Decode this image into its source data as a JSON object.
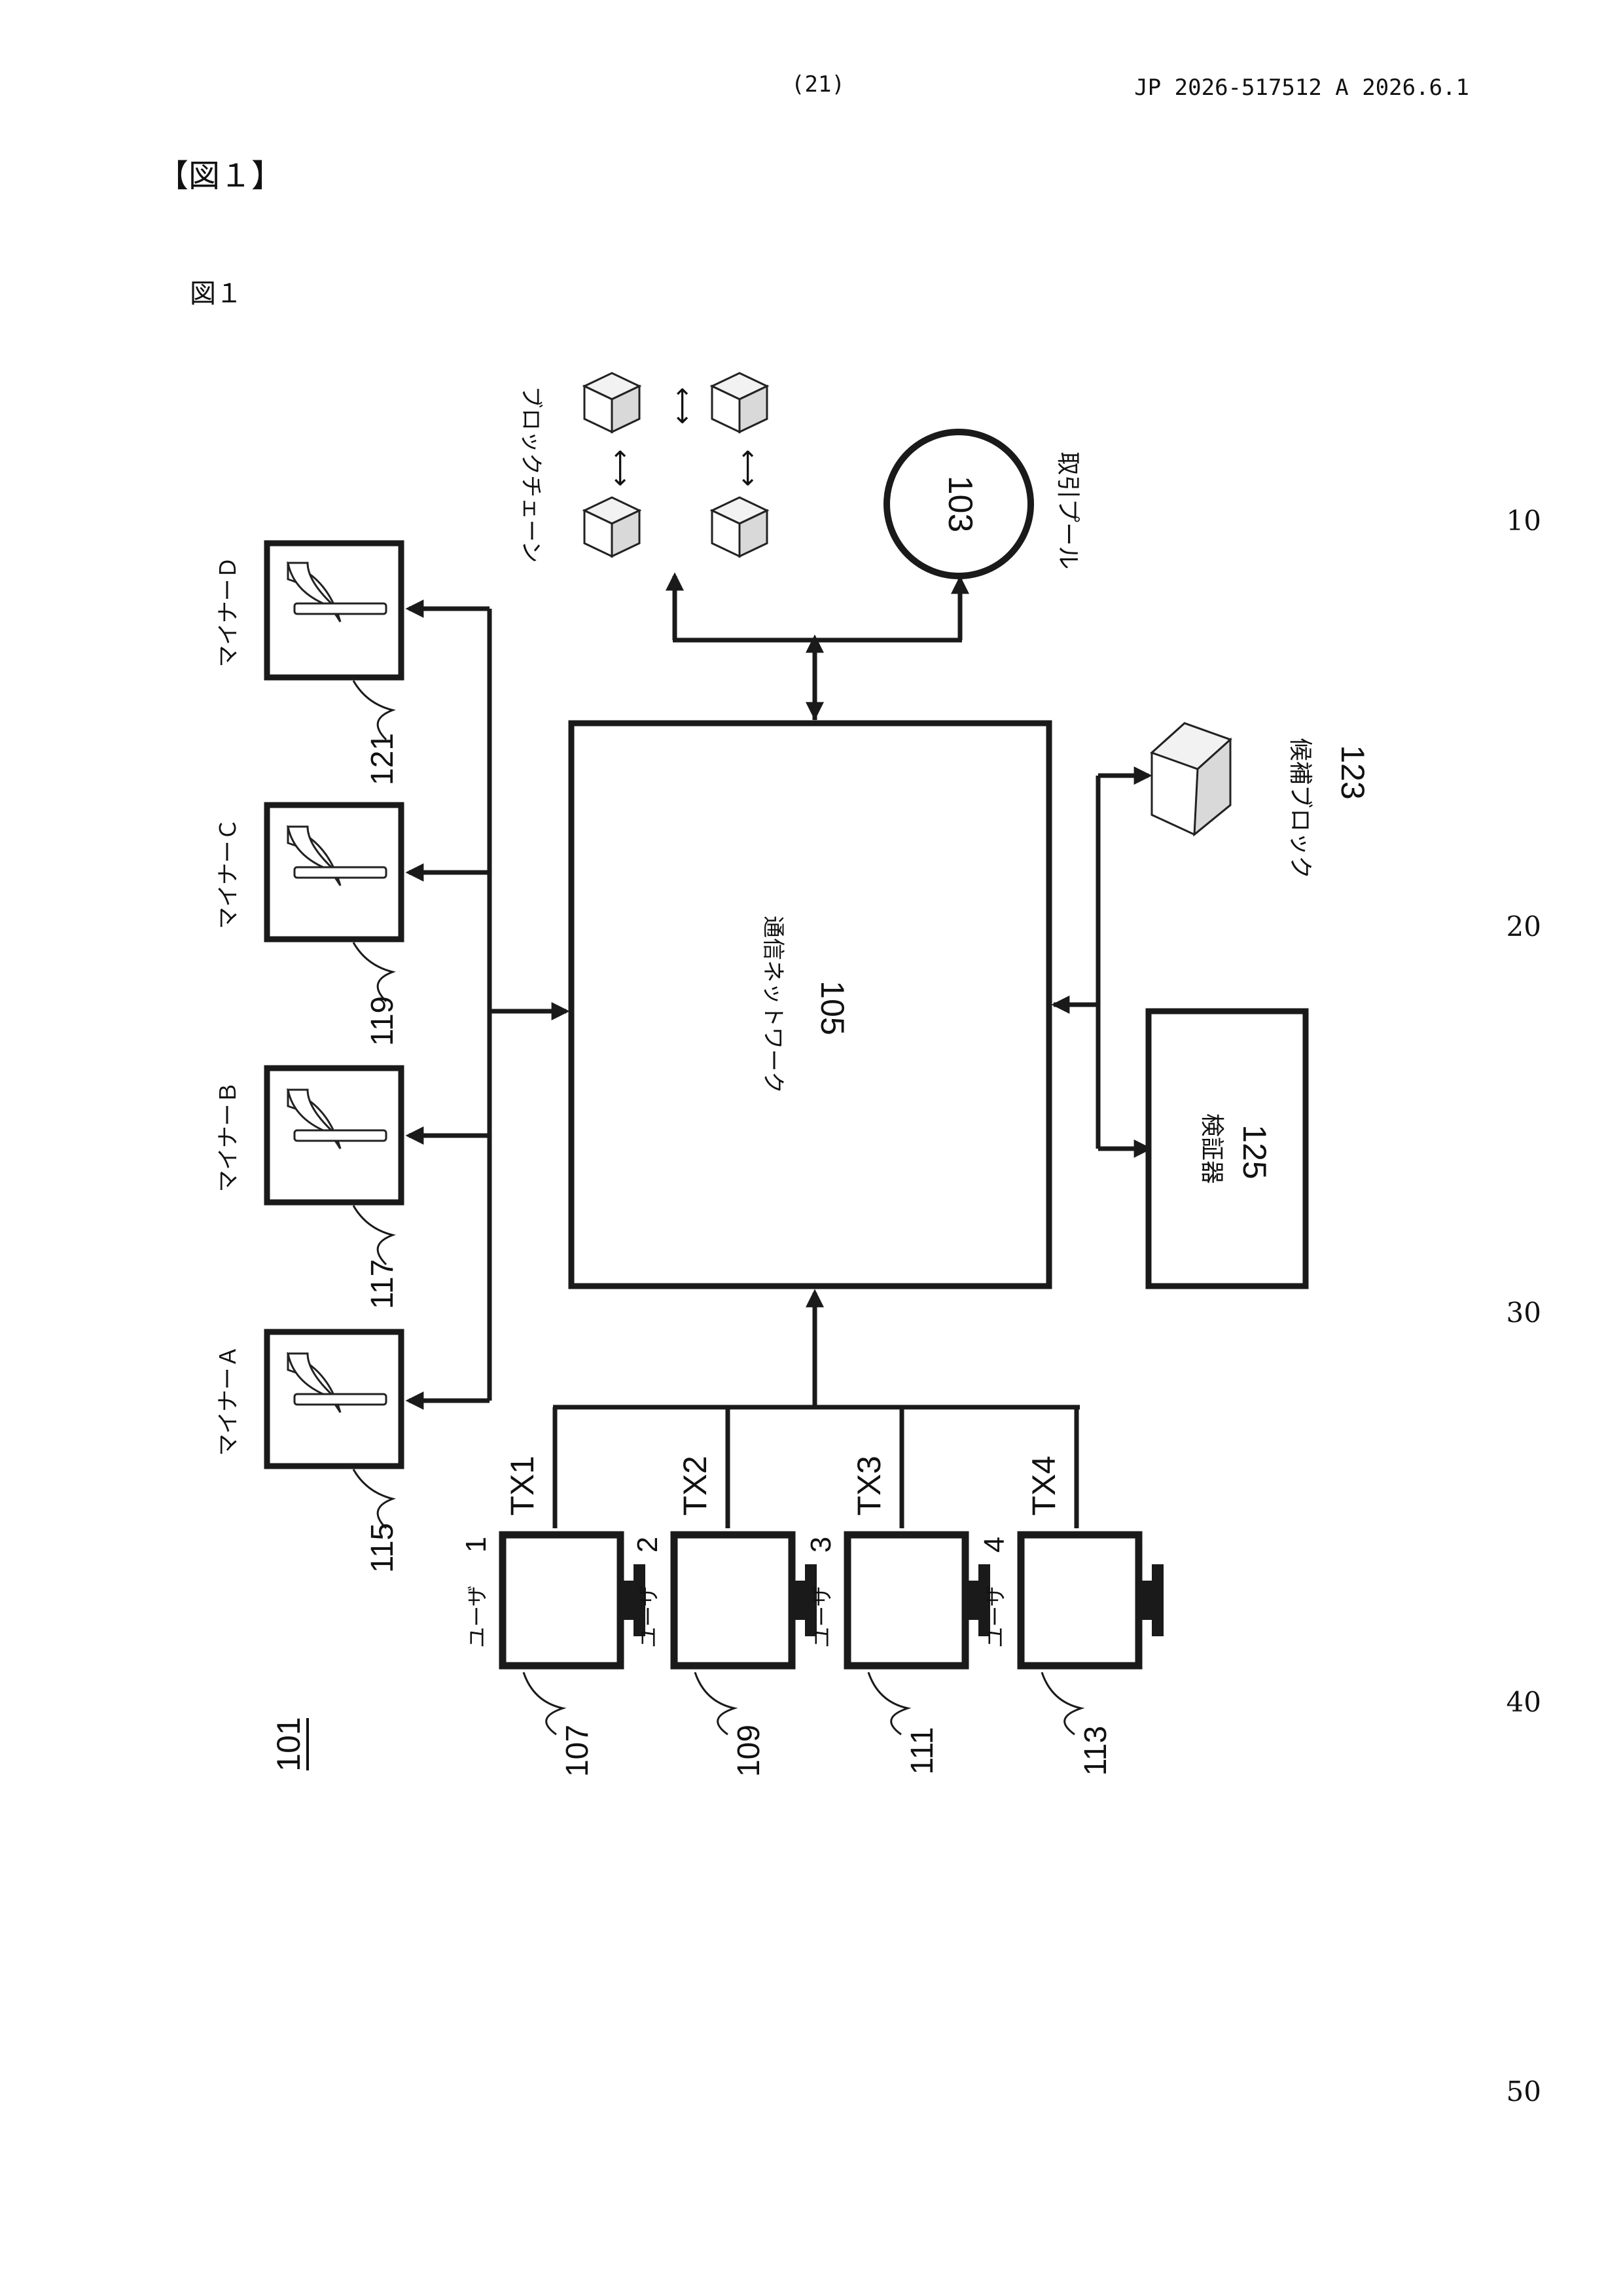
{
  "header": {
    "page_number": "(21)",
    "publication": "JP  2026-517512  A  2026.6.1"
  },
  "figure": {
    "bracket_label": "【図１】",
    "caption": "図１",
    "system_ref": "101"
  },
  "line_numbers": [
    "10",
    "20",
    "30",
    "40",
    "50"
  ],
  "blockchain": {
    "label": "ブロックチェーン",
    "link_symbol": "⟷"
  },
  "transaction_pool": {
    "ref": "103",
    "label": "取引プール"
  },
  "network": {
    "label": "通信ネットワーク",
    "ref": "105"
  },
  "candidate_block": {
    "label": "候補ブロック",
    "ref": "123"
  },
  "verifier": {
    "label": "検証器",
    "ref": "125"
  },
  "miners": [
    {
      "label": "マイナーＤ",
      "ref": "121"
    },
    {
      "label": "マイナーＣ",
      "ref": "119"
    },
    {
      "label": "マイナーＢ",
      "ref": "117"
    },
    {
      "label": "マイナーＡ",
      "ref": "115"
    }
  ],
  "users": [
    {
      "label": "ユーザ",
      "num": "1",
      "tx": "TX1",
      "ref": "107"
    },
    {
      "label": "ユーザ",
      "num": "2",
      "tx": "TX2",
      "ref": "109"
    },
    {
      "label": "ユーザ",
      "num": "3",
      "tx": "TX3",
      "ref": "111"
    },
    {
      "label": "ユーザ",
      "num": "4",
      "tx": "TX4",
      "ref": "113"
    }
  ]
}
